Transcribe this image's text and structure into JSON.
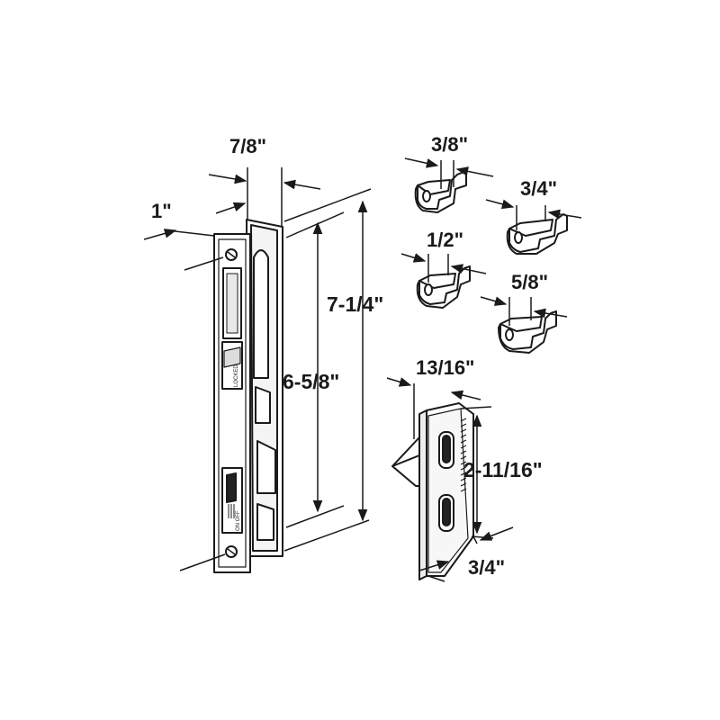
{
  "diagram": {
    "lock_body": {
      "label_locked": "LOCKED",
      "label_on_off": "ON OFF",
      "dim_width": "7/8\"",
      "dim_depth": "1\"",
      "dim_height_outer": "7-1/4\"",
      "dim_height_inner": "6-5/8\""
    },
    "hooks": [
      {
        "dim": "3/8\""
      },
      {
        "dim": "3/4\""
      },
      {
        "dim": "1/2\""
      },
      {
        "dim": "5/8\""
      }
    ],
    "keeper": {
      "dim_depth": "13/16\"",
      "dim_height": "2-11/16\"",
      "dim_width": "3/4\""
    }
  }
}
